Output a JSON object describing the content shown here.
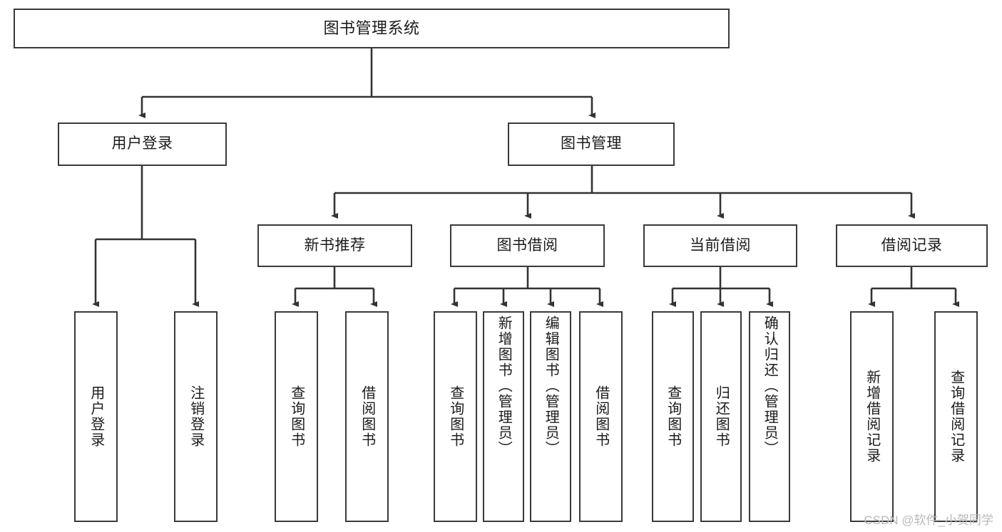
{
  "diagram": {
    "title": "图书管理系统",
    "type": "tree",
    "watermark": "CSDN @软件_小贺同学",
    "colors": {
      "background": "#ffffff",
      "box_border": "#3a3a3a",
      "box_fill": "#ffffff",
      "connector": "#333333",
      "text": "#1b1b1b",
      "watermark": "#b9b9b9"
    },
    "levels": {
      "root": {
        "label": "图书管理系统"
      },
      "level1": [
        {
          "label": "用户登录"
        },
        {
          "label": "图书管理"
        }
      ],
      "level2": [
        {
          "label": "新书推荐"
        },
        {
          "label": "图书借阅"
        },
        {
          "label": "当前借阅"
        },
        {
          "label": "借阅记录"
        }
      ],
      "leaves": {
        "user_login": [
          {
            "label": "用户登录"
          },
          {
            "label": "注销登录"
          }
        ],
        "new_book_recommend": [
          {
            "label": "查询图书"
          },
          {
            "label": "借阅图书"
          }
        ],
        "book_borrow": [
          {
            "label": "查询图书"
          },
          {
            "label": "新增图书（管理员）"
          },
          {
            "label": "编辑图书（管理员）"
          },
          {
            "label": "借阅图书"
          }
        ],
        "current_borrow": [
          {
            "label": "查询图书"
          },
          {
            "label": "归还图书"
          },
          {
            "label": "确认归还（管理员）"
          }
        ],
        "borrow_record": [
          {
            "label": "新增借阅记录"
          },
          {
            "label": "查询借阅记录"
          }
        ]
      }
    }
  }
}
